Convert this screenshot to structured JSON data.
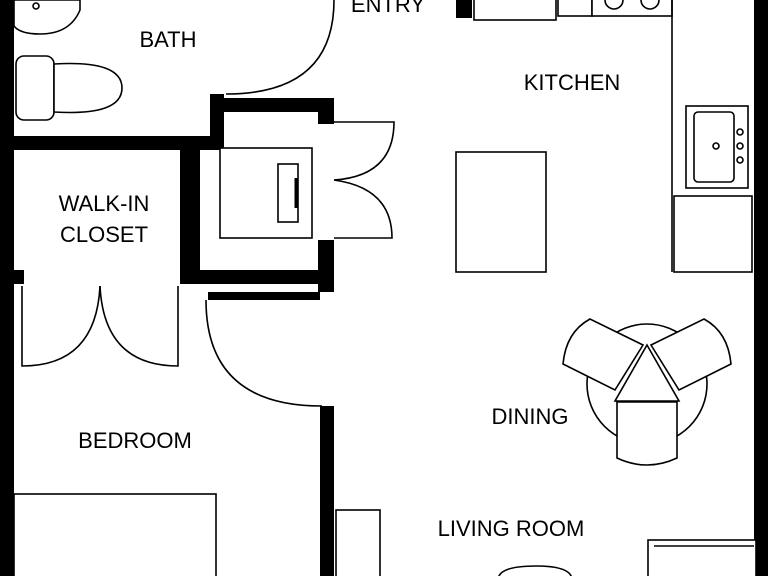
{
  "floorplan": {
    "rooms": {
      "entry": "ENTRY",
      "bath": "BATH",
      "kitchen": "KITCHEN",
      "walkin_closet_line1": "WALK-IN",
      "walkin_closet_line2": "CLOSET",
      "dining": "DINING",
      "bedroom": "BEDROOM",
      "living_room": "LIVING ROOM"
    }
  }
}
